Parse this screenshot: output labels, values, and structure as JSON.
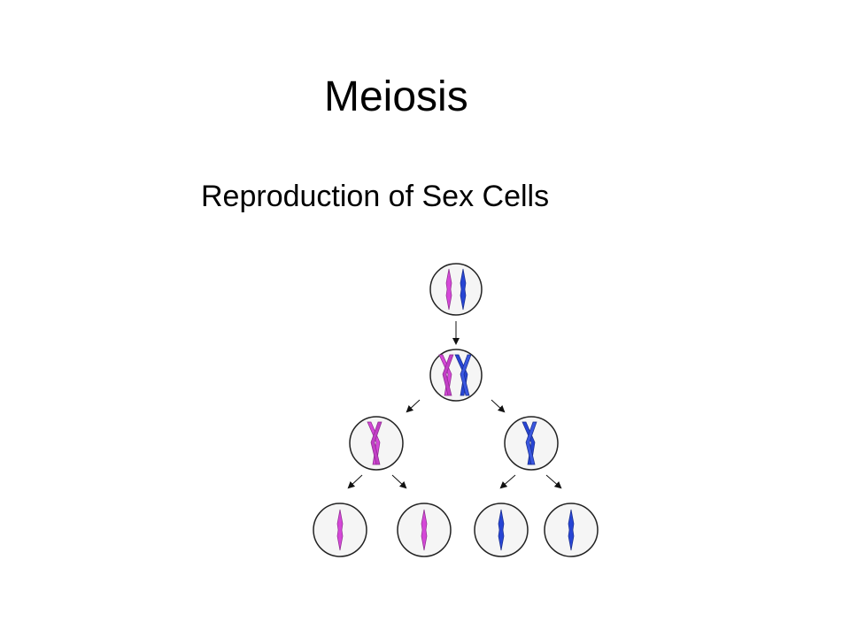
{
  "slide": {
    "title": "Meiosis",
    "subtitle": "Reproduction of Sex Cells"
  },
  "colors": {
    "maternal": "#d548d8",
    "paternal": "#2745d4",
    "cell_fill": "#f5f5f5",
    "cell_stroke": "#222222",
    "arrow": "#111111"
  },
  "diagram": {
    "stages": [
      {
        "stage": "parent-cell",
        "chromosomes": [
          "maternal-single",
          "paternal-single"
        ]
      },
      {
        "stage": "replicated-cell",
        "chromosomes": [
          "maternal-pair",
          "paternal-pair"
        ]
      },
      {
        "stage": "meiosis-I-daughter-1",
        "chromosomes": [
          "maternal-pair"
        ]
      },
      {
        "stage": "meiosis-I-daughter-2",
        "chromosomes": [
          "paternal-pair"
        ]
      },
      {
        "stage": "gamete-1",
        "chromosomes": [
          "maternal-single"
        ]
      },
      {
        "stage": "gamete-2",
        "chromosomes": [
          "maternal-single"
        ]
      },
      {
        "stage": "gamete-3",
        "chromosomes": [
          "paternal-single"
        ]
      },
      {
        "stage": "gamete-4",
        "chromosomes": [
          "paternal-single"
        ]
      }
    ]
  }
}
